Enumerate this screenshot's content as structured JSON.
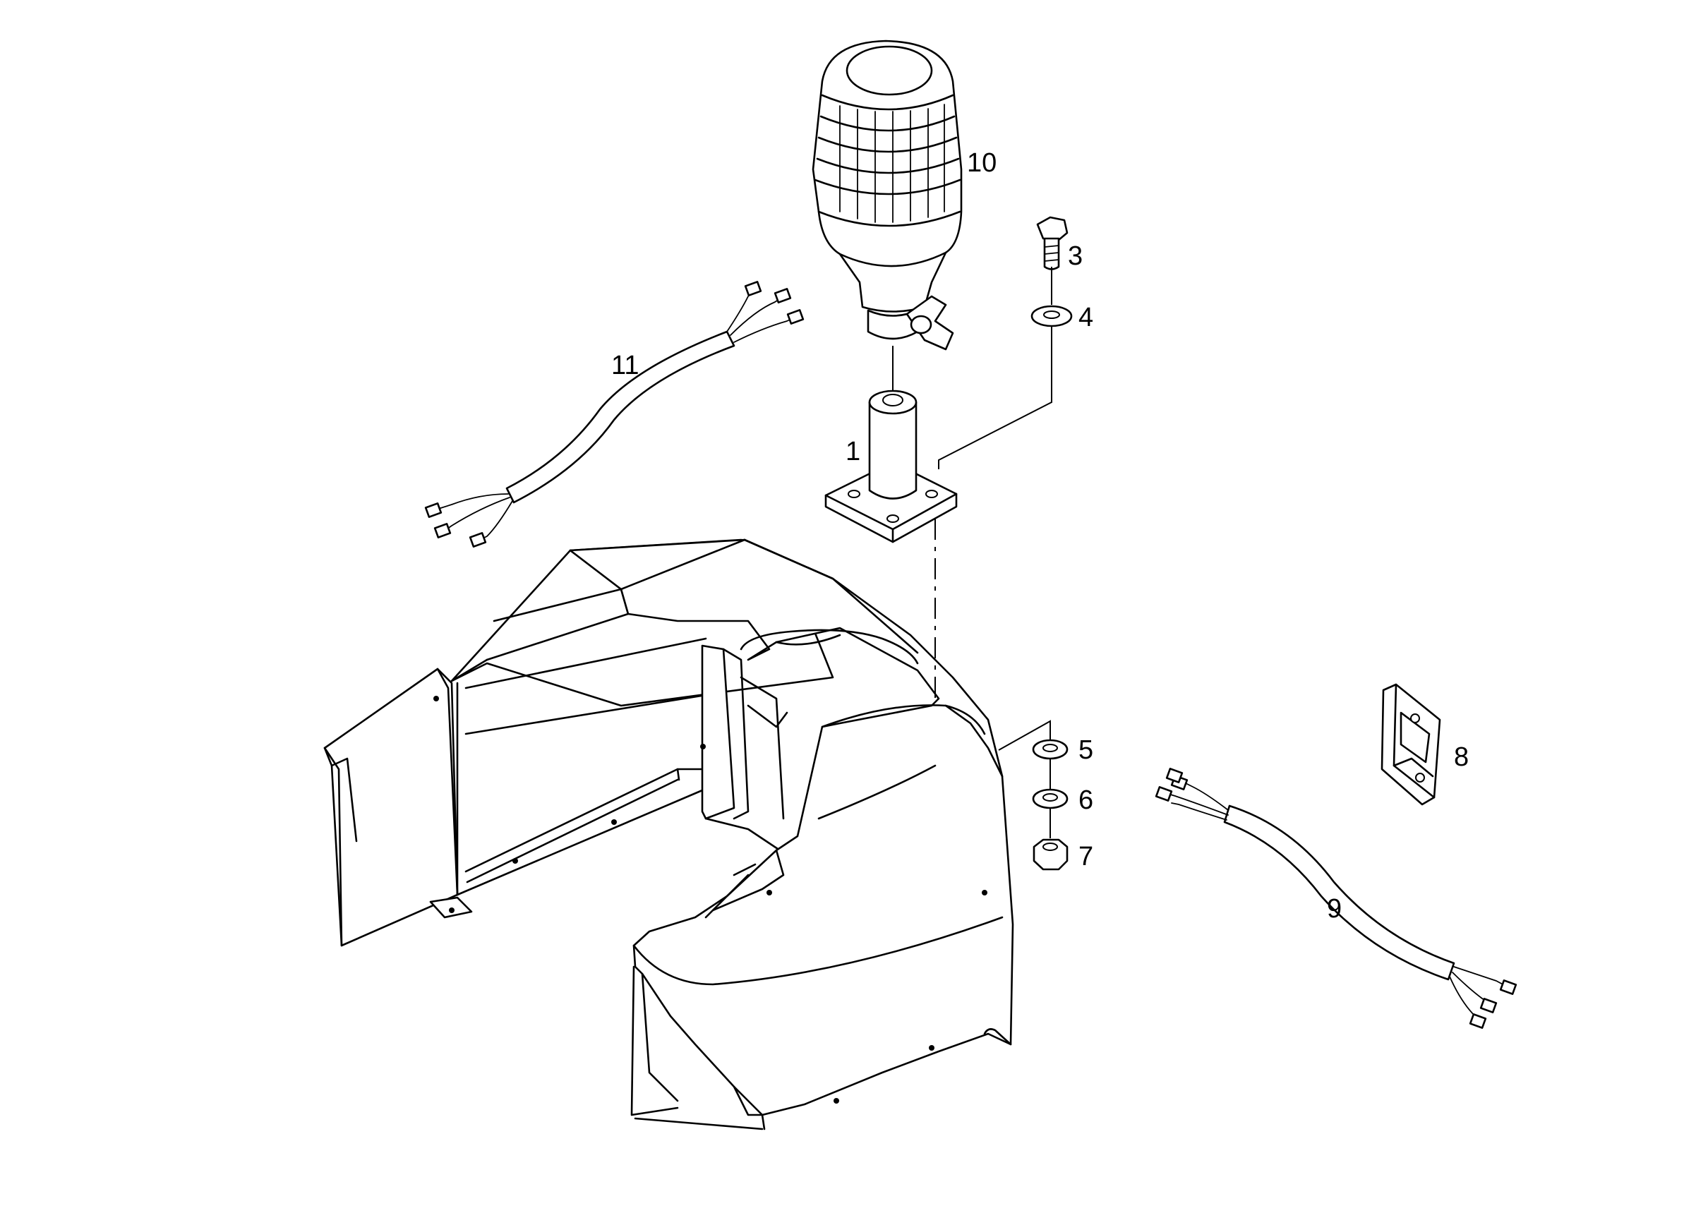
{
  "callouts": [
    {
      "id": "1",
      "text": "1"
    },
    {
      "id": "3",
      "text": "3"
    },
    {
      "id": "4",
      "text": "4"
    },
    {
      "id": "5",
      "text": "5"
    },
    {
      "id": "6",
      "text": "6"
    },
    {
      "id": "7",
      "text": "7"
    },
    {
      "id": "8",
      "text": "8"
    },
    {
      "id": "9",
      "text": "9"
    },
    {
      "id": "10",
      "text": "10"
    },
    {
      "id": "11",
      "text": "11"
    }
  ]
}
